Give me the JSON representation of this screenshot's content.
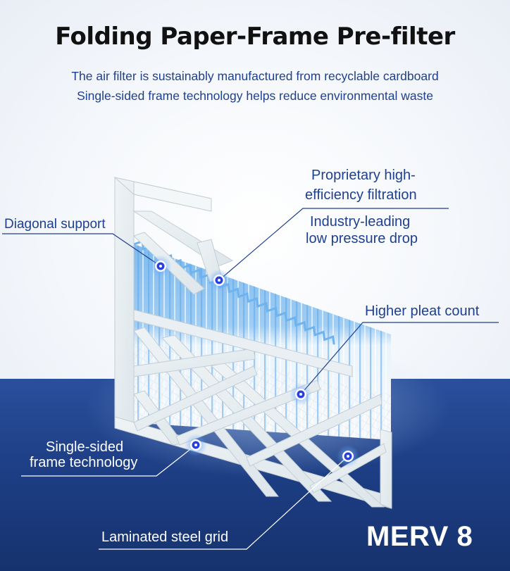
{
  "title": "Folding Paper-Frame Pre-filter",
  "subtitle_lines": [
    "The air filter is sustainably manufactured from recyclable cardboard",
    "Single-sided frame technology helps reduce environmental waste"
  ],
  "callouts": {
    "diagonal_support": "Diagonal support",
    "filtration_line1": "Proprietary high-",
    "filtration_line2": "efficiency filtration",
    "pressure_line1": "Industry-leading",
    "pressure_line2": "low pressure drop",
    "pleat_count": "Higher pleat count",
    "single_sided_line1": "Single-sided",
    "single_sided_line2": "frame technology",
    "steel_grid": "Laminated steel grid"
  },
  "rating": "MERV 8",
  "colors": {
    "accent_blue": "#1f3f8f",
    "bottom_band": "#1e3f86",
    "pleat_blue": "#8cc2ee",
    "frame": "#e6edf1"
  },
  "icons": [
    "callout-marker-icon"
  ]
}
